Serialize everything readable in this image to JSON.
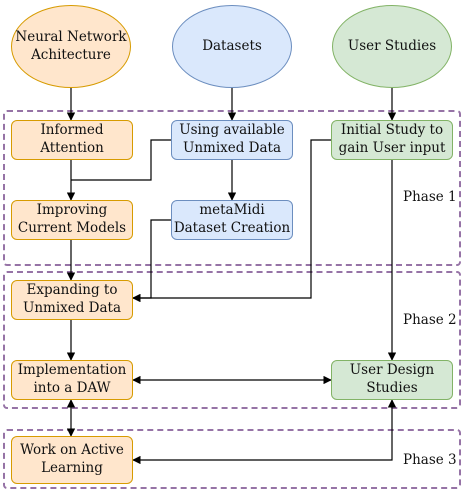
{
  "sources": {
    "neural": "Neural Network\nAchitecture",
    "datasets": "Datasets",
    "user_studies": "User Studies"
  },
  "steps": {
    "informed_attention": "Informed\nAttention",
    "using_unmixed": "Using available\nUnmixed Data",
    "initial_study": "Initial Study to\ngain User input",
    "improving_models": "Improving\nCurrent Models",
    "metamidi": "metaMidi\nDataset Creation",
    "expanding": "Expanding to\nUnmixed Data",
    "implementation": "Implementation\ninto a DAW",
    "user_design": "User Design\nStudies",
    "active_learning": "Work on Active\nLearning"
  },
  "phases": {
    "phase1": "Phase 1",
    "phase2": "Phase 2",
    "phase3": "Phase 3"
  },
  "colors": {
    "orange_fill": "#ffe6cc",
    "orange_stroke": "#d79b00",
    "blue_fill": "#dae8fc",
    "blue_stroke": "#6c8ebf",
    "green_fill": "#d5e8d4",
    "green_stroke": "#82b366",
    "phase_border": "#9673a6"
  }
}
